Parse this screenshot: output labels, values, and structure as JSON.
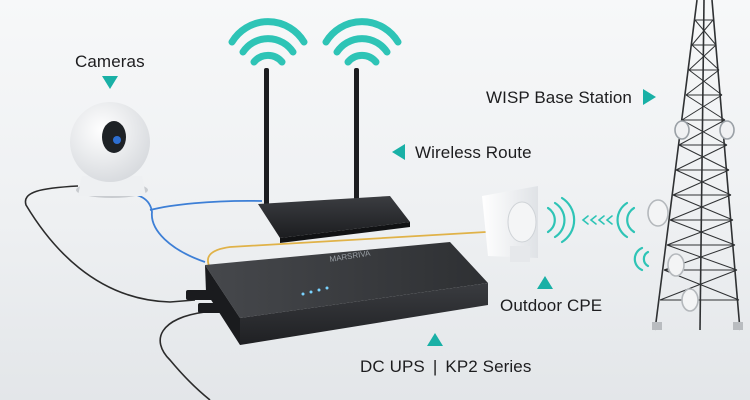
{
  "labels": {
    "cameras": "Cameras",
    "wisp_base_station": "WISP Base Station",
    "wireless_route": "Wireless Route",
    "outdoor_cpe": "Outdoor CPE",
    "dc_ups": "DC UPS",
    "separator": "|",
    "kp2_series": "KP2 Series"
  },
  "device_brand": "MARSRIVA",
  "colors": {
    "accent": "#19b0a6",
    "ethernet_cable": "#3d7fd6",
    "lan_cable": "#e0b248",
    "power_cable": "#2b2b2b",
    "device_body": "#2b2d30"
  },
  "icons": [
    "wifi-signal-icon",
    "triangle-pointer-icon",
    "signal-wave-icon"
  ]
}
